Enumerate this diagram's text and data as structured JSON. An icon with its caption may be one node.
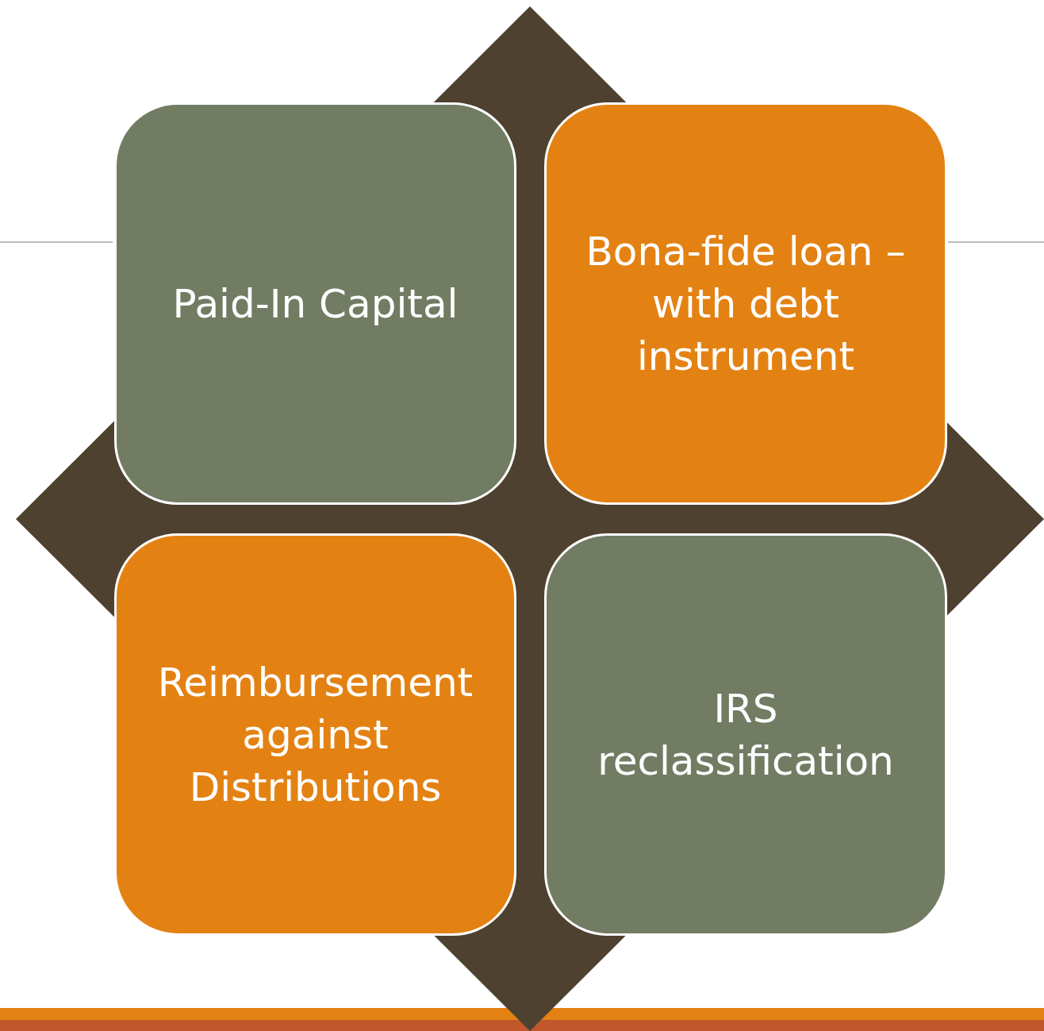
{
  "diagram": {
    "nodes": [
      {
        "text": [
          "Paid-In Capital"
        ]
      },
      {
        "text": [
          "Bona-fide loan – with debt instrument"
        ]
      },
      {
        "text": [
          "Reimbursement against Distributions"
        ]
      },
      {
        "text": [
          "IRS reclassification"
        ]
      }
    ]
  }
}
